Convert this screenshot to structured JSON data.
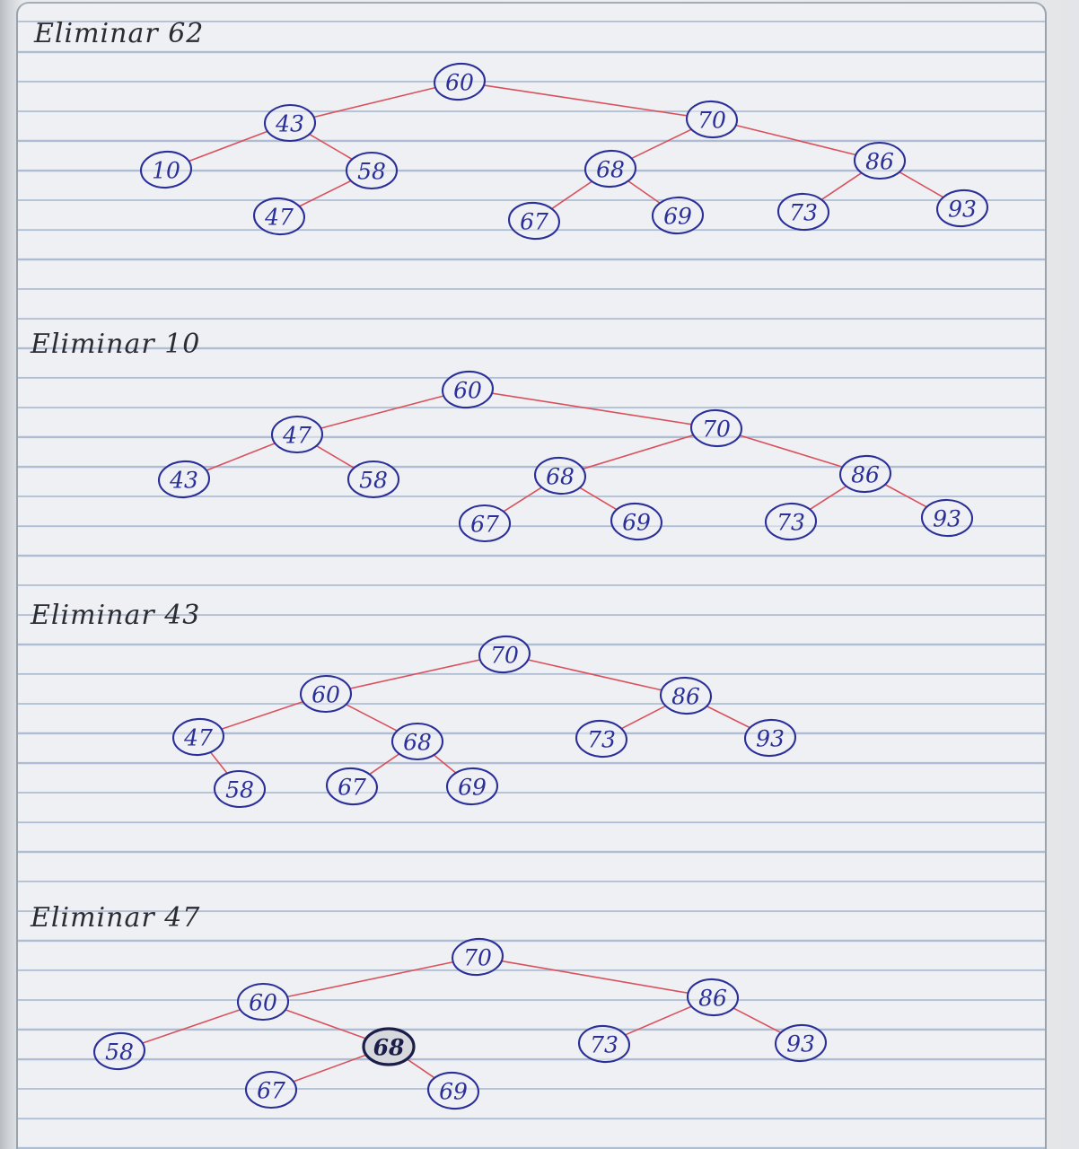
{
  "steps": [
    {
      "title": "Eliminar 62",
      "nodes": [
        {
          "id": "n60",
          "label": "60"
        },
        {
          "id": "n43",
          "label": "43"
        },
        {
          "id": "n70",
          "label": "70"
        },
        {
          "id": "n10",
          "label": "10"
        },
        {
          "id": "n58",
          "label": "58"
        },
        {
          "id": "n47",
          "label": "47"
        },
        {
          "id": "n68",
          "label": "68"
        },
        {
          "id": "n86",
          "label": "86"
        },
        {
          "id": "n67",
          "label": "67"
        },
        {
          "id": "n69",
          "label": "69"
        },
        {
          "id": "n73",
          "label": "73"
        },
        {
          "id": "n93",
          "label": "93"
        }
      ],
      "edges": [
        [
          "n60",
          "n43"
        ],
        [
          "n60",
          "n70"
        ],
        [
          "n43",
          "n10"
        ],
        [
          "n43",
          "n58"
        ],
        [
          "n58",
          "n47"
        ],
        [
          "n70",
          "n68"
        ],
        [
          "n70",
          "n86"
        ],
        [
          "n68",
          "n67"
        ],
        [
          "n68",
          "n69"
        ],
        [
          "n86",
          "n73"
        ],
        [
          "n86",
          "n93"
        ]
      ]
    },
    {
      "title": "Eliminar 10",
      "nodes": [
        {
          "id": "n60",
          "label": "60"
        },
        {
          "id": "n47",
          "label": "47"
        },
        {
          "id": "n70",
          "label": "70"
        },
        {
          "id": "n43",
          "label": "43"
        },
        {
          "id": "n58",
          "label": "58"
        },
        {
          "id": "n68",
          "label": "68"
        },
        {
          "id": "n86",
          "label": "86"
        },
        {
          "id": "n67",
          "label": "67"
        },
        {
          "id": "n69",
          "label": "69"
        },
        {
          "id": "n73",
          "label": "73"
        },
        {
          "id": "n93",
          "label": "93"
        }
      ],
      "edges": [
        [
          "n60",
          "n47"
        ],
        [
          "n60",
          "n70"
        ],
        [
          "n47",
          "n43"
        ],
        [
          "n47",
          "n58"
        ],
        [
          "n70",
          "n68"
        ],
        [
          "n70",
          "n86"
        ],
        [
          "n68",
          "n67"
        ],
        [
          "n68",
          "n69"
        ],
        [
          "n86",
          "n73"
        ],
        [
          "n86",
          "n93"
        ]
      ]
    },
    {
      "title": "Eliminar 43",
      "nodes": [
        {
          "id": "n70",
          "label": "70"
        },
        {
          "id": "n60",
          "label": "60"
        },
        {
          "id": "n86",
          "label": "86"
        },
        {
          "id": "n47",
          "label": "47"
        },
        {
          "id": "n68",
          "label": "68"
        },
        {
          "id": "n73",
          "label": "73"
        },
        {
          "id": "n93",
          "label": "93"
        },
        {
          "id": "n58",
          "label": "58"
        },
        {
          "id": "n67",
          "label": "67"
        },
        {
          "id": "n69",
          "label": "69"
        }
      ],
      "edges": [
        [
          "n70",
          "n60"
        ],
        [
          "n70",
          "n86"
        ],
        [
          "n60",
          "n47"
        ],
        [
          "n60",
          "n68"
        ],
        [
          "n47",
          "n58"
        ],
        [
          "n68",
          "n67"
        ],
        [
          "n68",
          "n69"
        ],
        [
          "n86",
          "n73"
        ],
        [
          "n86",
          "n93"
        ]
      ]
    },
    {
      "title": "Eliminar 47",
      "nodes": [
        {
          "id": "n70",
          "label": "70"
        },
        {
          "id": "n60",
          "label": "60"
        },
        {
          "id": "n86",
          "label": "86"
        },
        {
          "id": "n58",
          "label": "58"
        },
        {
          "id": "n68",
          "label": "68",
          "emphasized": true
        },
        {
          "id": "n73",
          "label": "73"
        },
        {
          "id": "n93",
          "label": "93"
        },
        {
          "id": "n67",
          "label": "67"
        },
        {
          "id": "n69",
          "label": "69"
        }
      ],
      "edges": [
        [
          "n70",
          "n60"
        ],
        [
          "n70",
          "n86"
        ],
        [
          "n60",
          "n58"
        ],
        [
          "n60",
          "n68"
        ],
        [
          "n68",
          "n67"
        ],
        [
          "n68",
          "n69"
        ],
        [
          "n86",
          "n73"
        ],
        [
          "n86",
          "n93"
        ]
      ]
    }
  ],
  "colors": {
    "ink_blue": "#2b2f98",
    "ink_red": "#d9515d",
    "ink_dark": "#1c1e4a",
    "ruled_line": "#aebdd3",
    "paper": "#eef0f3"
  }
}
